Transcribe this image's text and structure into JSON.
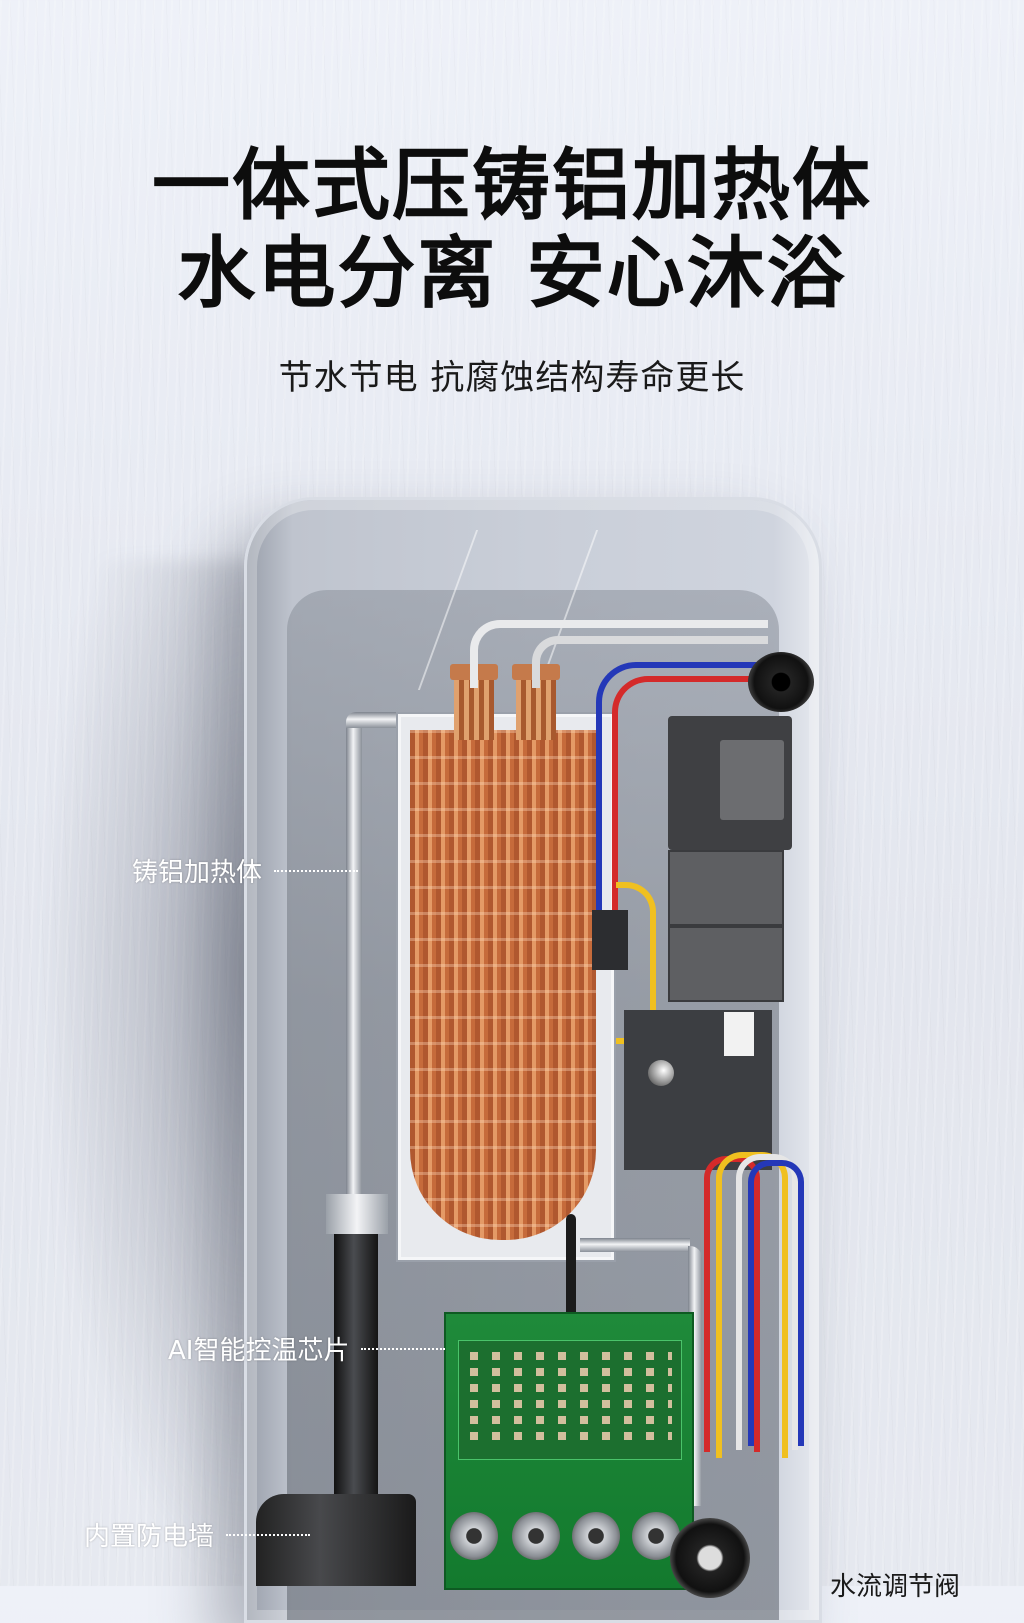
{
  "headline": {
    "line1": "一体式压铸铝加热体",
    "line2": "水电分离 安心沐浴"
  },
  "subtitle": "节水节电 抗腐蚀结构寿命更长",
  "callouts": [
    {
      "label": "铸铝加热体"
    },
    {
      "label": "AI智能控温芯片"
    },
    {
      "label": "内置防电墙"
    },
    {
      "label": "水流调节阀"
    }
  ],
  "colors": {
    "headline_text": "#0d0d0d",
    "callout_text": "#ffffff",
    "background": "#e8ebf3",
    "copper": "#c66b3b",
    "pcb_green": "#1f8a3a",
    "wire_red": "#d42a2a",
    "wire_blue": "#2438b8",
    "wire_yellow": "#f0c020"
  }
}
